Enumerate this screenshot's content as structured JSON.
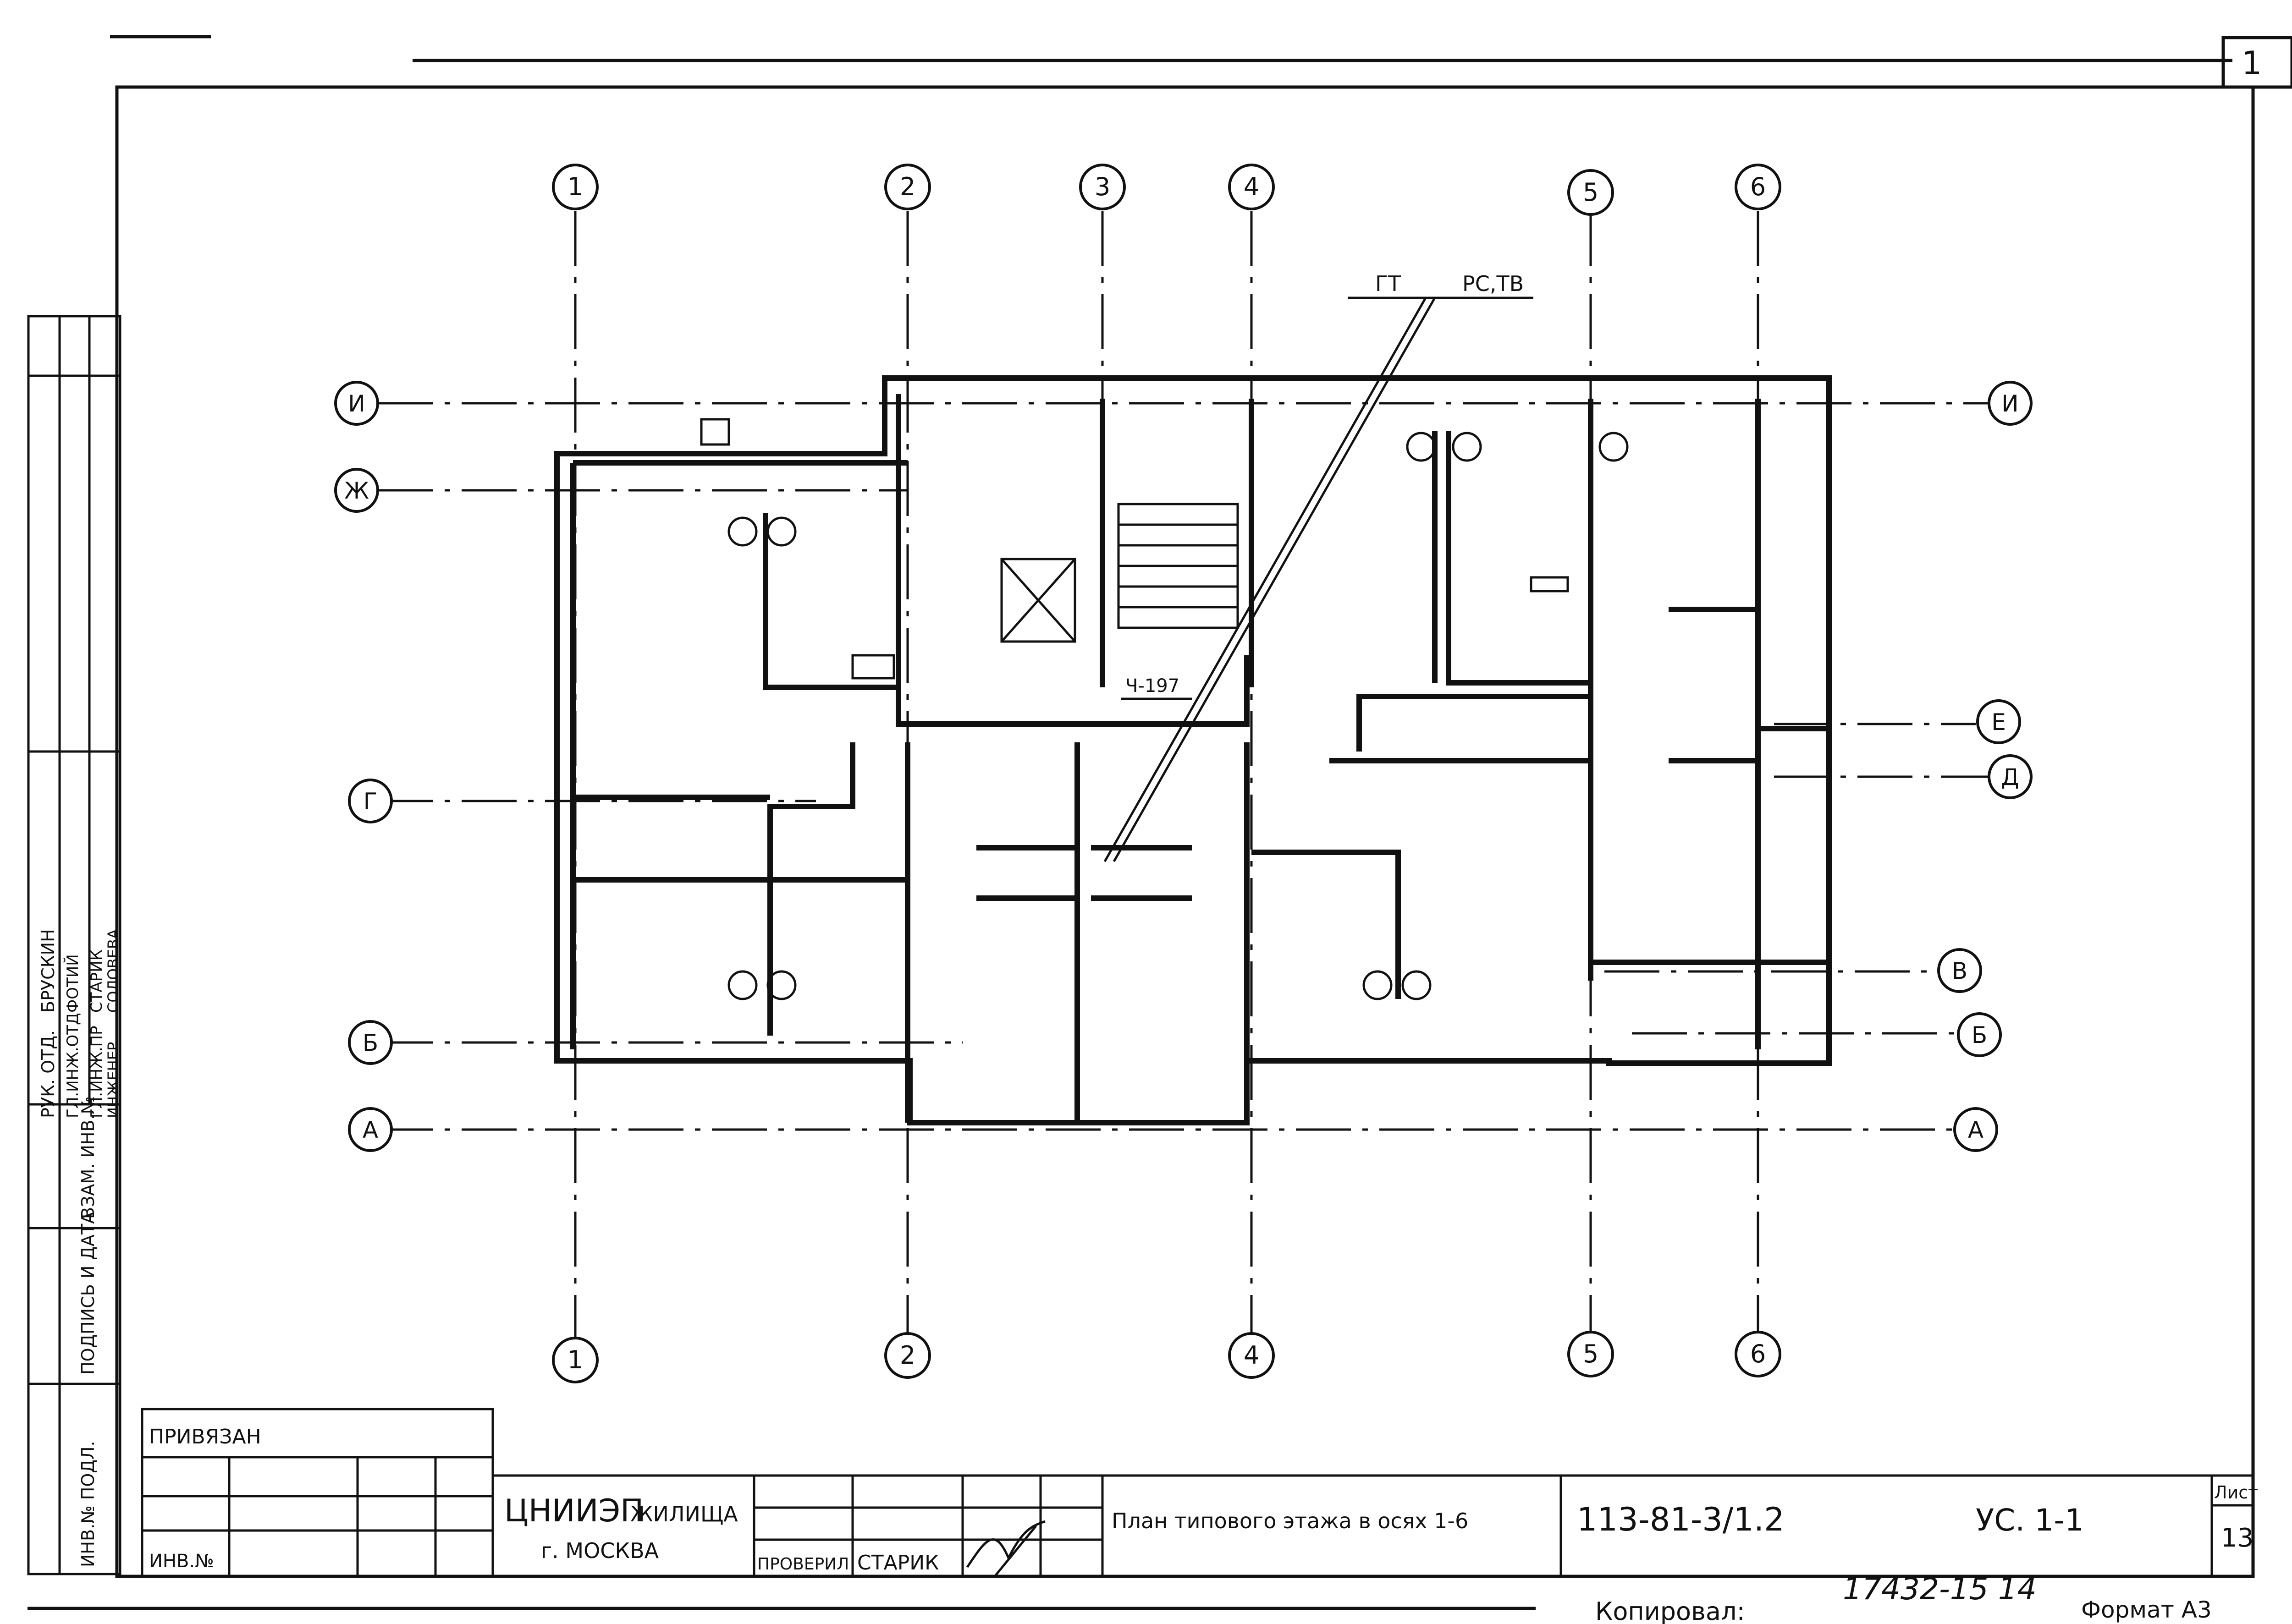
{
  "drawing": {
    "sheet_corner_number": "1",
    "axes_vertical_top": [
      "1",
      "2",
      "3",
      "4",
      "5",
      "6"
    ],
    "axes_vertical_bottom": [
      "1",
      "2",
      "4",
      "5",
      "6"
    ],
    "axes_horizontal_left": [
      "И",
      "Ж",
      "Г",
      "Б",
      "А"
    ],
    "axes_horizontal_right": [
      "И",
      "Е",
      "Д",
      "В",
      "Б",
      "А"
    ],
    "labels": {
      "gt": "ГТ",
      "rs_tv": "РС,ТВ",
      "riser": "Ч-197"
    }
  },
  "side_stamp": {
    "rows": [
      {
        "role": "РУК. ОТД.",
        "name": "БРУСКИН"
      },
      {
        "role": "ГЛ.ИНЖ.ОТД",
        "name": "ФОТИЙ"
      },
      {
        "role": "ГЛ.ИНЖ.ПР",
        "name": "СТАРИК"
      },
      {
        "role": "ИНЖЕНЕР",
        "name": "СОЛОВЕВА"
      }
    ],
    "fields": [
      "ИНВ.№ ПОДЛ.",
      "ПОДПИСЬ И ДАТА",
      "ВЗАМ. ИНВ.№"
    ]
  },
  "title_block": {
    "privyazan": "ПРИВЯЗАН",
    "inv_no": "ИНВ.№",
    "org_name": "ЦНИИЭП",
    "org_sub": "ЖИЛИЩА",
    "org_city": "г. МОСКВА",
    "checked_label": "ПРОВЕРИЛ",
    "checked_name": "СТАРИК",
    "sheet_title": "План типового этажа в осях 1-6",
    "project_code": "113-81-3/1.2",
    "mark": "УС. 1-1",
    "sheet_label": "Лист",
    "sheet_number": "13"
  },
  "footer": {
    "copied_label": "Копировал:",
    "stamp_number": "17432-15 14",
    "format_label": "Формат А3"
  }
}
